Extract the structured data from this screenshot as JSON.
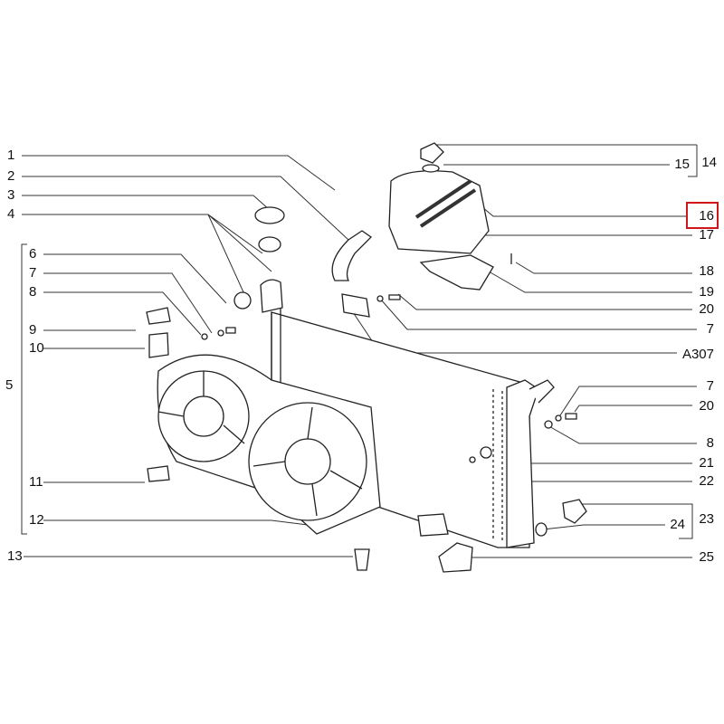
{
  "diagram": {
    "title": "Radiator, cooling fans and expansion tank exploded view",
    "highlight_color": "#d0161b",
    "highlighted_callout": "16",
    "callouts_left": [
      "1",
      "2",
      "3",
      "4",
      "5",
      "6",
      "7",
      "8",
      "9",
      "10",
      "11",
      "12",
      "13"
    ],
    "callouts_right": [
      "14",
      "15",
      "16",
      "17",
      "18",
      "19",
      "20",
      "7",
      "A307",
      "7",
      "20",
      "8",
      "21",
      "22",
      "23",
      "24",
      "25"
    ]
  }
}
